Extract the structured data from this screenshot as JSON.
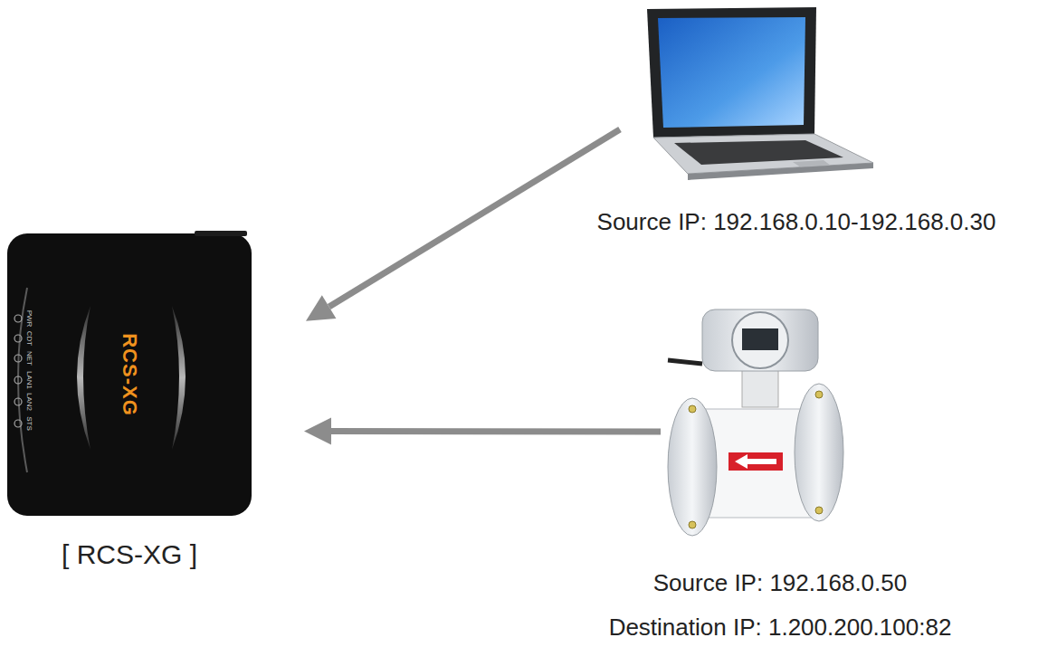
{
  "diagram": {
    "nodes": [
      {
        "text": [
          "RCS-XG",
          "[ RCS-XG ]"
        ]
      },
      {
        "text": [
          "Source IP: 192.168.0.10-192.168.0.30"
        ]
      },
      {
        "text": [
          "Source IP: 192.168.0.50",
          "Destination IP: 1.200.200.100:82"
        ]
      }
    ],
    "edges": [
      {
        "from": 1,
        "to": 0,
        "arrow": "to"
      },
      {
        "from": 2,
        "to": 0,
        "arrow": "to"
      }
    ],
    "labels": [
      "PWR",
      "CDT",
      "NET",
      "LAN1",
      "LAN2",
      "STS"
    ]
  }
}
